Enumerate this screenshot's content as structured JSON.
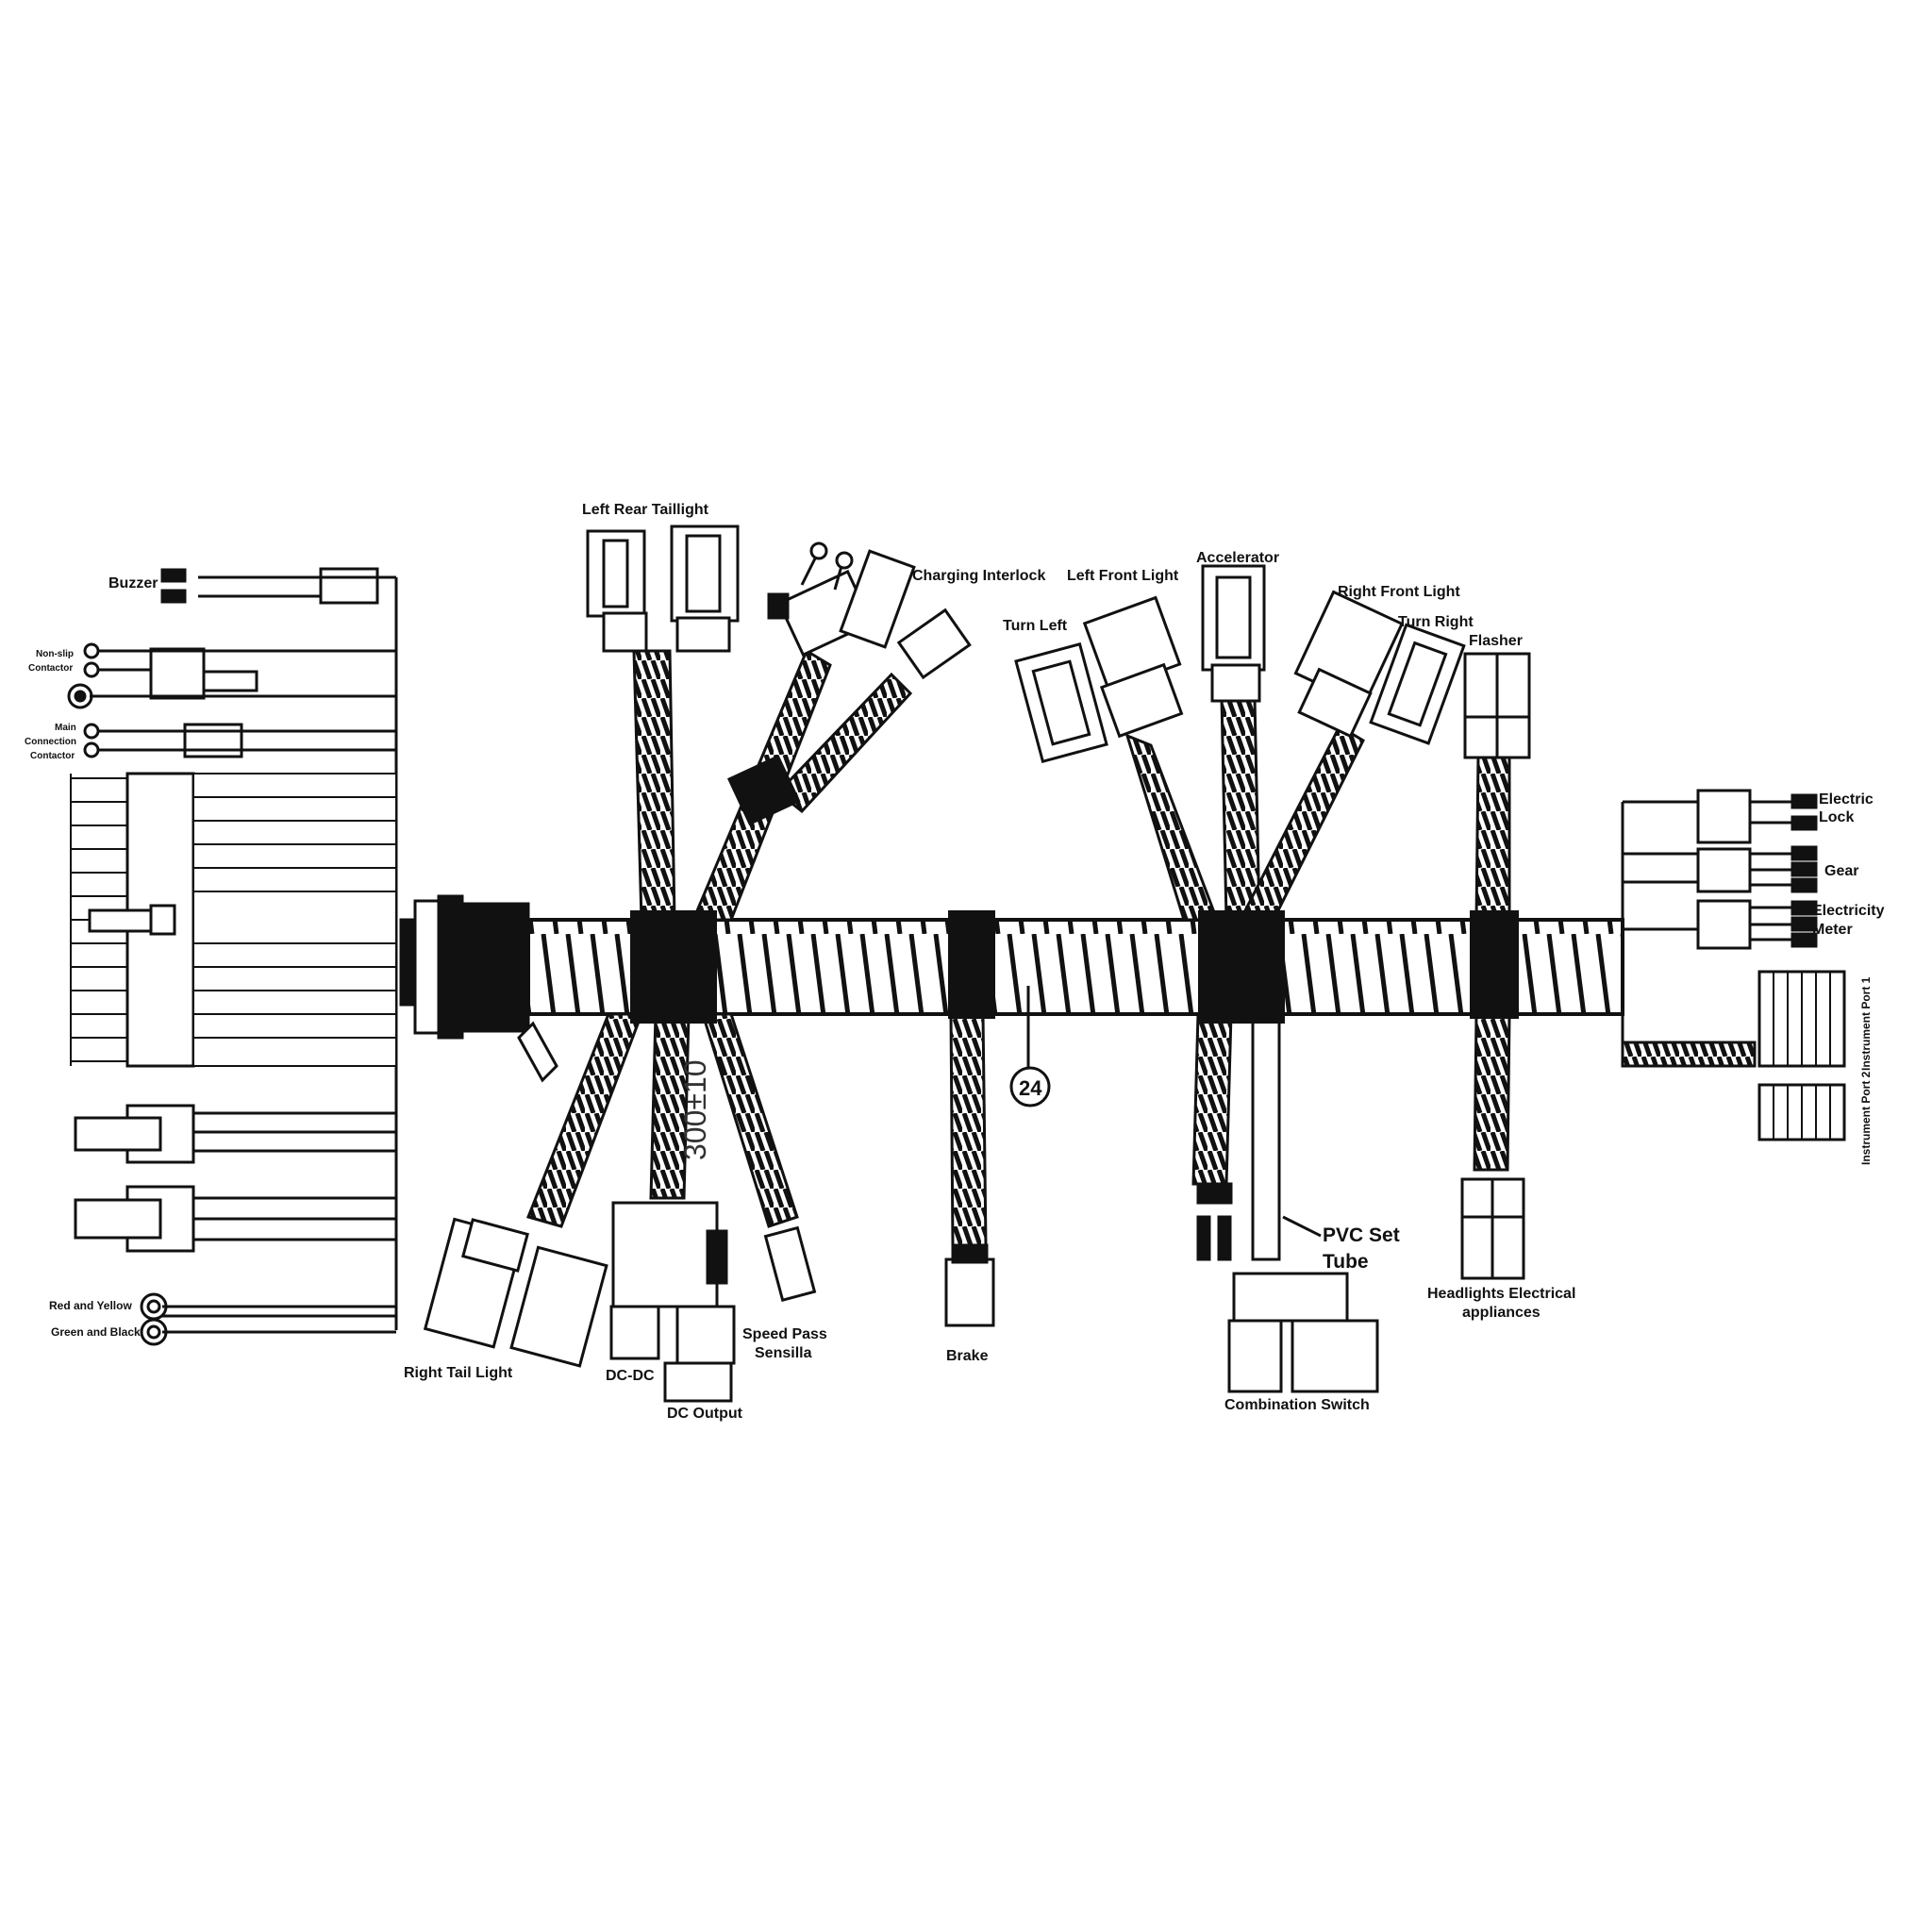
{
  "labels": {
    "buzzer": "Buzzer",
    "non_slip_1": "Non-slip",
    "non_slip_2": "Contactor",
    "main_conn_1": "Main",
    "main_conn_2": "Connection",
    "main_conn_3": "Contactor",
    "red_yellow": "Red and Yellow",
    "green_black": "Green and Black",
    "left_rear_taillight": "Left Rear Taillight",
    "charging_interlock": "Charging Interlock",
    "left_front_light": "Left Front Light",
    "accelerator": "Accelerator",
    "turn_left": "Turn Left",
    "right_front_light": "Right Front Light",
    "turn_right": "Turn Right",
    "flasher": "Flasher",
    "electric_lock_1": "Electric",
    "electric_lock_2": "Lock",
    "gear": "Gear",
    "electricity_meter_1": "Electricity",
    "electricity_meter_2": "Meter",
    "instrument_port_1": "Instrument Port 1",
    "instrument_port_2": "Instrument Port 2",
    "right_tail_light": "Right Tail Light",
    "dc_dc": "DC-DC",
    "dc_output": "DC Output",
    "speed_pass_1": "Speed Pass",
    "speed_pass_2": "Sensilla",
    "brake": "Brake",
    "pvc_1": "PVC Set",
    "pvc_2": "Tube",
    "combination_switch": "Combination Switch",
    "headlights_1": "Headlights Electrical",
    "headlights_2": "appliances",
    "dimension": "300±10",
    "callout": "24"
  }
}
